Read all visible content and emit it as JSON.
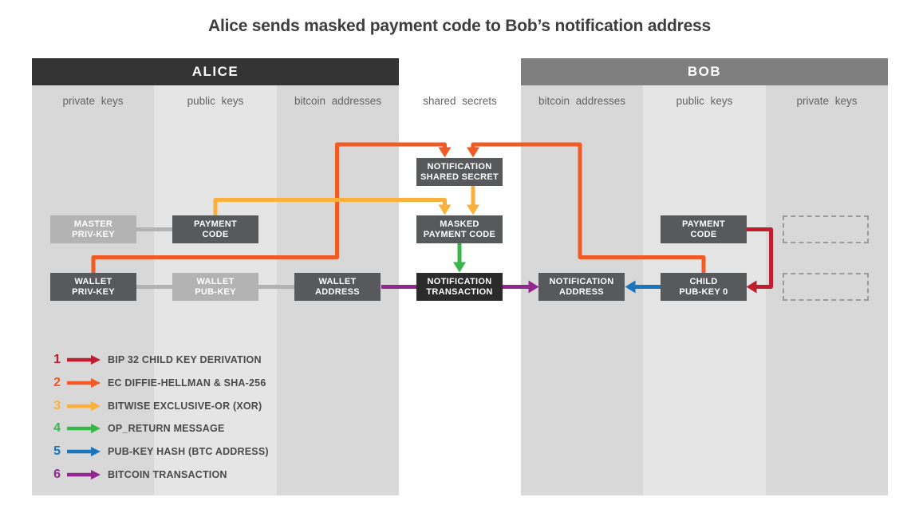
{
  "title": "Alice sends masked payment code to Bob’s notification address",
  "colors": {
    "red": "#be1e2d",
    "orange": "#f15a24",
    "amber": "#fbb03b",
    "green": "#39b54a",
    "blue": "#1b75bc",
    "purple": "#92278f",
    "alice_header_bg": "#343434",
    "bob_header_bg": "#7f7f7f",
    "col_dark": "#d8d8d8",
    "col_light": "#e5e5e5",
    "box_dark": "#58595b",
    "box_darkest": "#2b2b2b",
    "box_light": "#b3b3b3",
    "connector": "#b3b3b3"
  },
  "alice": {
    "header": "ALICE",
    "columns": [
      "private keys",
      "public keys",
      "bitcoin addresses"
    ]
  },
  "middle": {
    "column": "shared secrets"
  },
  "bob": {
    "header": "BOB",
    "columns": [
      "bitcoin addresses",
      "public keys",
      "private keys"
    ]
  },
  "boxes": {
    "master_priv_key": {
      "line1": "MASTER",
      "line2": "PRIV-KEY"
    },
    "alice_payment_code": {
      "line1": "PAYMENT",
      "line2": "CODE"
    },
    "wallet_priv_key": {
      "line1": "WALLET",
      "line2": "PRIV-KEY"
    },
    "wallet_pub_key": {
      "line1": "WALLET",
      "line2": "PUB-KEY"
    },
    "wallet_address": {
      "line1": "WALLET",
      "line2": "ADDRESS"
    },
    "notification_shared_secret": {
      "line1": "NOTIFICATION",
      "line2": "SHARED SECRET"
    },
    "masked_payment_code": {
      "line1": "MASKED",
      "line2": "PAYMENT CODE"
    },
    "notification_transaction": {
      "line1": "NOTIFICATION",
      "line2": "TRANSACTION"
    },
    "notification_address": {
      "line1": "NOTIFICATION",
      "line2": "ADDRESS"
    },
    "child_pub_key_0": {
      "line1": "CHILD",
      "line2": "PUB-KEY 0"
    },
    "bob_payment_code": {
      "line1": "PAYMENT",
      "line2": "CODE"
    }
  },
  "legend": {
    "items": [
      {
        "number": "1",
        "label": "BIP 32 CHILD KEY DERIVATION",
        "color": "#be1e2d"
      },
      {
        "number": "2",
        "label": "EC DIFFIE-HELLMAN & SHA-256",
        "color": "#f15a24"
      },
      {
        "number": "3",
        "label": "BITWISE EXCLUSIVE-OR (XOR)",
        "color": "#fbb03b"
      },
      {
        "number": "4",
        "label": "OP_RETURN MESSAGE",
        "color": "#39b54a"
      },
      {
        "number": "5",
        "label": "PUB-KEY HASH (BTC ADDRESS)",
        "color": "#1b75bc"
      },
      {
        "number": "6",
        "label": "BITCOIN TRANSACTION",
        "color": "#92278f"
      }
    ]
  }
}
